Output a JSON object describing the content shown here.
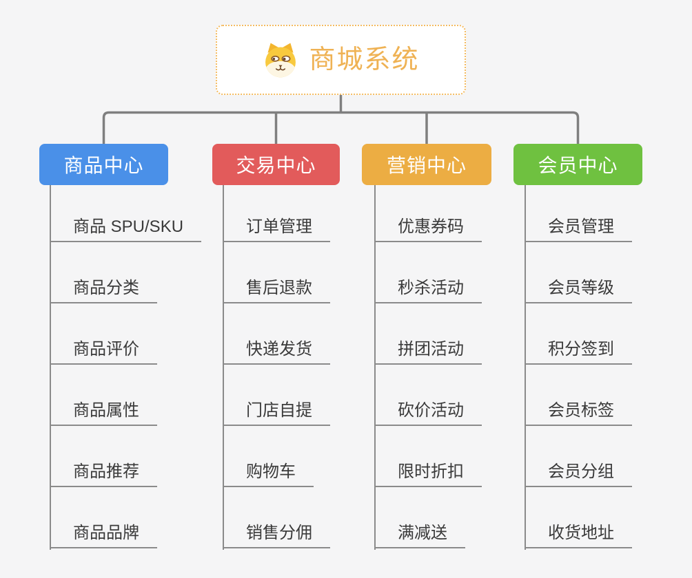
{
  "page": {
    "background": "#f5f5f6",
    "connector_color": "#7f7f7f"
  },
  "root": {
    "title": "商城系统",
    "icon": "doge-icon",
    "text_color": "#efb254",
    "border_color": "#f4bb60"
  },
  "branches": [
    {
      "label": "商品中心",
      "color": "#4a90e8",
      "items": [
        "商品 SPU/SKU",
        "商品分类",
        "商品评价",
        "商品属性",
        "商品推荐",
        "商品品牌"
      ]
    },
    {
      "label": "交易中心",
      "color": "#e25b5b",
      "items": [
        "订单管理",
        "售后退款",
        "快递发货",
        "门店自提",
        "购物车",
        "销售分佣"
      ]
    },
    {
      "label": "营销中心",
      "color": "#ecad43",
      "items": [
        "优惠券码",
        "秒杀活动",
        "拼团活动",
        "砍价活动",
        "限时折扣",
        "满减送"
      ]
    },
    {
      "label": "会员中心",
      "color": "#6fc140",
      "items": [
        "会员管理",
        "会员等级",
        "积分签到",
        "会员标签",
        "会员分组",
        "收货地址"
      ]
    }
  ]
}
